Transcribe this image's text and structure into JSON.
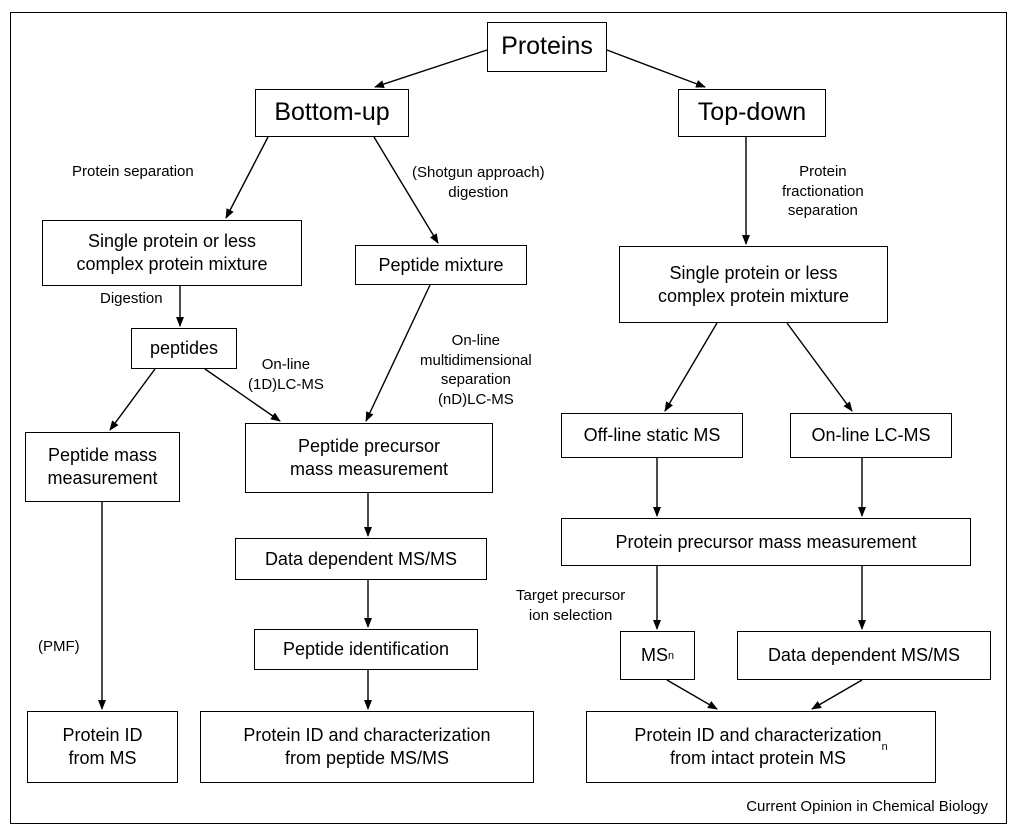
{
  "nodes": {
    "proteins": "Proteins",
    "bottom_up": "Bottom-up",
    "top_down": "Top-down",
    "bu_single_protein": "Single protein or less\ncomplex protein mixture",
    "peptide_mixture": "Peptide mixture",
    "peptides": "peptides",
    "peptide_mass_measurement": "Peptide mass\nmeasurement",
    "peptide_precursor": "Peptide precursor\nmass measurement",
    "bu_data_dependent": "Data dependent MS/MS",
    "peptide_identification": "Peptide identification",
    "protein_id_from_ms": "Protein ID\nfrom MS",
    "protein_id_peptide": "Protein ID and characterization\nfrom peptide MS/MS",
    "td_single_protein": "Single protein or less\ncomplex protein mixture",
    "offline_static_ms": "Off-line static MS",
    "online_lcms": "On-line LC-MS",
    "protein_precursor": "Protein precursor mass measurement",
    "msn_base": "MS",
    "msn_sup": "n",
    "td_data_dependent": "Data dependent MS/MS",
    "protein_id_intact_main": "Protein ID and characterization\nfrom  intact protein MS",
    "protein_id_intact_sup": "n"
  },
  "edge_labels": {
    "protein_separation": "Protein separation",
    "shotgun": "(Shotgun approach)\ndigestion",
    "digestion": "Digestion",
    "online_1d": "On-line\n(1D)LC-MS",
    "online_multi": "On-line\nmultidimensional\nseparation\n(nD)LC-MS",
    "pmf": "(PMF)",
    "protein_fractionation": "Protein\nfractionation\nseparation",
    "target_precursor": "Target precursor\nion selection"
  },
  "credit": "Current Opinion in Chemical Biology"
}
